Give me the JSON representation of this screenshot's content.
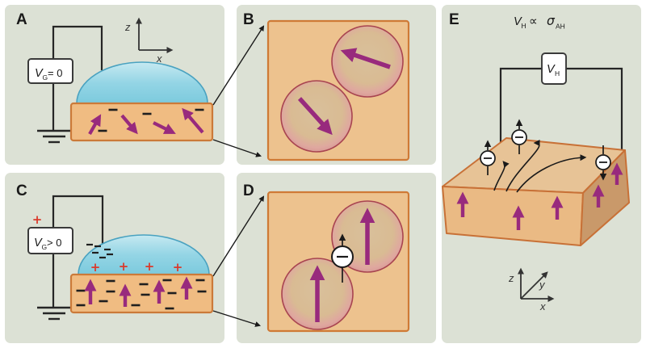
{
  "panelA": {
    "label": "A",
    "gate": {
      "v": "V",
      "sub": "G",
      "rel": "= 0"
    },
    "axes": {
      "z": "z",
      "x": "x"
    }
  },
  "panelB": {
    "label": "B"
  },
  "panelC": {
    "label": "C",
    "gate": {
      "v": "V",
      "sub": "G",
      "rel": "> 0"
    }
  },
  "panelD": {
    "label": "D"
  },
  "panelE": {
    "label": "E",
    "formula": {
      "v": "V",
      "vsub": "H",
      "prop": "∝",
      "sigma": "σ",
      "sigsub": "AH"
    },
    "meter": {
      "v": "V",
      "sub": "H"
    },
    "axes": {
      "z": "z",
      "y": "y",
      "x": "x"
    }
  },
  "symbols": {
    "plus": "+",
    "minus": "−"
  },
  "colors": {
    "panel_bg": "#dce1d5",
    "slab_fill": "#f0bc82",
    "slab_border": "#cb7a39",
    "magnetization_purple": "#982a7d",
    "droplet_cyan": "#8ed3e4",
    "droplet_border": "#4aa2c0",
    "charge_red": "#da392b",
    "domain_fill": "#d8bd95",
    "domain_rim": "#a84450",
    "wire_black": "#262626",
    "slab3d_top": "#e7c396",
    "slab3d_front": "#eaba84",
    "slab3d_right": "#c9996a"
  }
}
